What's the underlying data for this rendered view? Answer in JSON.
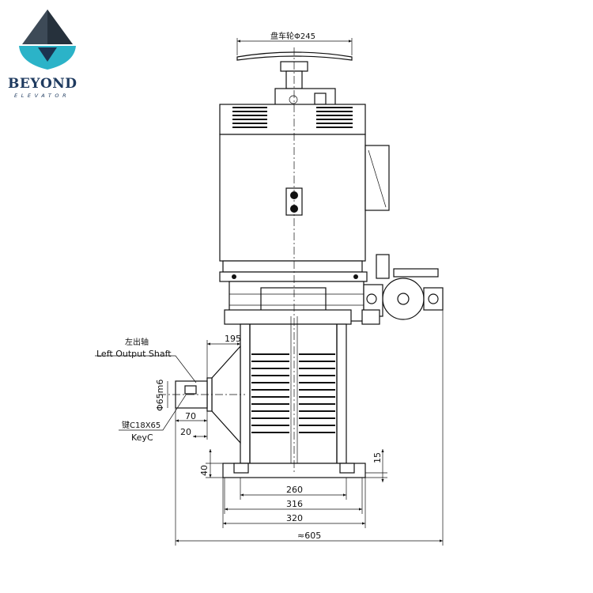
{
  "brand": {
    "name": "BEYOND",
    "subtitle": "ELEVATOR",
    "colors": {
      "primary": "#1e3a5f",
      "accent": "#2bb3c8"
    }
  },
  "drawing": {
    "handwheel_label": "盘车轮Φ245",
    "left_shaft_cn": "左出轴",
    "left_shaft_en": "Left Output Shaft",
    "shaft_diameter": "Φ65m6",
    "key_cn": "键C18X65",
    "key_en": "KeyC",
    "dims": {
      "d195": "195",
      "d70": "70",
      "d20": "20",
      "d40": "40",
      "d15": "15",
      "d260": "260",
      "d316": "316",
      "d320": "320",
      "d605": "≈605"
    }
  }
}
